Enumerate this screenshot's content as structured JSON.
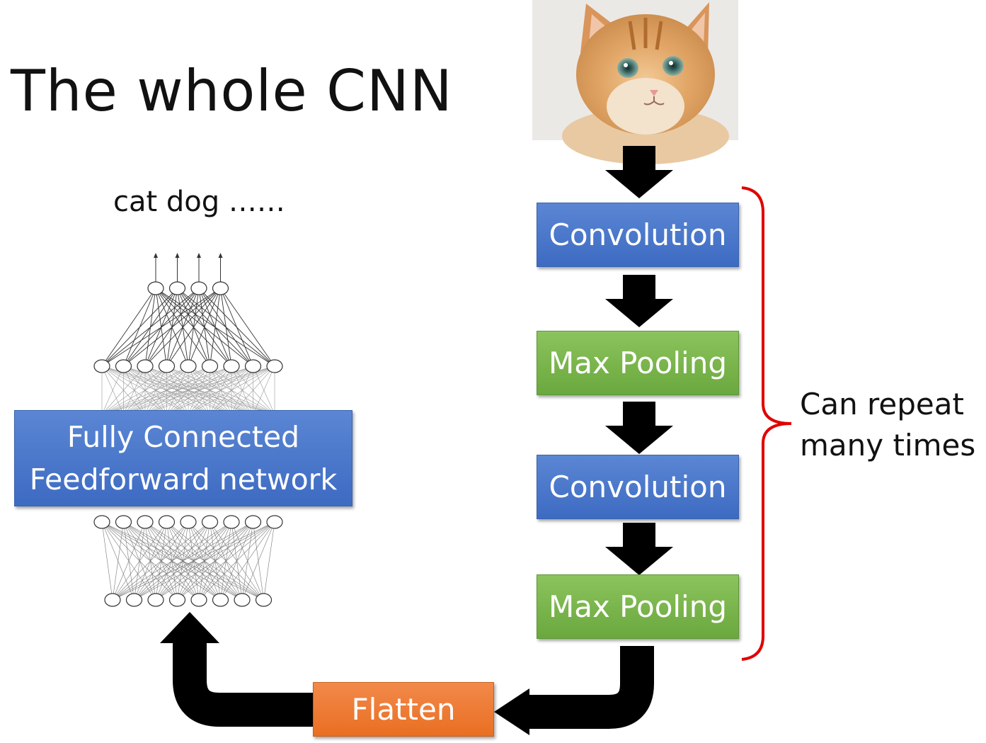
{
  "title": "The whole CNN",
  "outputs_label": "cat dog ……",
  "fc_label": "Fully Connected\nFeedforward network",
  "pipeline": [
    {
      "label": "Convolution",
      "kind": "conv"
    },
    {
      "label": "Max Pooling",
      "kind": "pool"
    },
    {
      "label": "Convolution",
      "kind": "conv"
    },
    {
      "label": "Max Pooling",
      "kind": "pool"
    }
  ],
  "flatten_label": "Flatten",
  "repeat_label": "Can repeat\nmany times",
  "input_image": "kitten-photo",
  "colors": {
    "conv": "#4472c4",
    "pool": "#70ad47",
    "flatten": "#ed7d31",
    "bracket": "#e00000",
    "arrow": "#000000"
  },
  "network": {
    "output_nodes": 4,
    "hidden_nodes": 9,
    "hidden2_nodes": 9,
    "input_nodes": 8
  }
}
